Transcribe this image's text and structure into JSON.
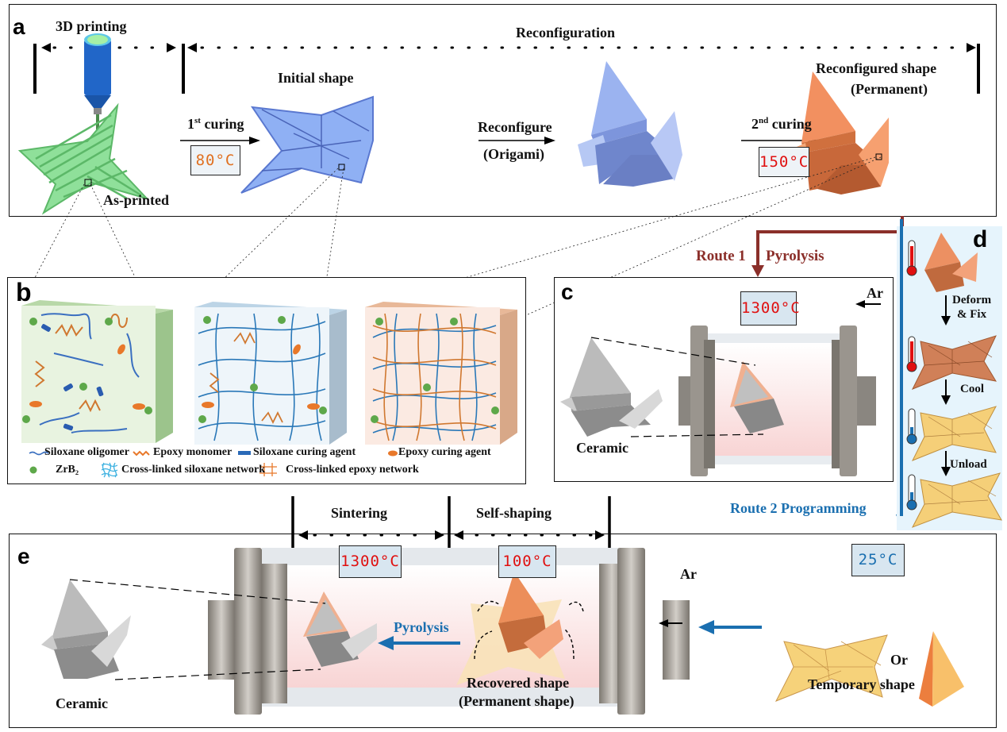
{
  "panels": {
    "a": {
      "label": "a",
      "stage_3d_printing": "3D printing",
      "stage_reconfiguration": "Reconfiguration",
      "as_printed": "As-printed",
      "initial_shape": "Initial shape",
      "first_curing_num": "1",
      "first_curing_sup": "st",
      "first_curing_text": " curing",
      "first_curing_temp": "80°C",
      "reconfigure": "Reconfigure",
      "origami": "(Origami)",
      "second_curing_num": "2",
      "second_curing_sup": "nd",
      "second_curing_text": " curing",
      "second_curing_temp": "150°C",
      "reconfigured_shape": "Reconfigured shape",
      "permanent": "(Permanent)"
    },
    "b": {
      "label": "b",
      "legend": [
        {
          "icon": "wavy-blue-line-icon",
          "label": "Siloxane oligomer"
        },
        {
          "icon": "zigzag-orange-line-icon",
          "label": "Epoxy monomer"
        },
        {
          "icon": "blue-rod-icon",
          "label": "Siloxane curing agent"
        },
        {
          "icon": "orange-ellipse-icon",
          "label": "Epoxy curing agent"
        },
        {
          "icon": "green-sphere-icon",
          "label": "ZrB₂"
        },
        {
          "icon": "blue-mesh-icon",
          "label": "Cross-linked siloxane network"
        },
        {
          "icon": "orange-mesh-icon",
          "label": "Cross-linked epoxy network"
        }
      ]
    },
    "c": {
      "label": "c",
      "route": "Route 1",
      "process": "Pyrolysis",
      "temp": "1300°C",
      "gas": "Ar",
      "product": "Ceramic"
    },
    "d": {
      "label": "d",
      "steps": [
        "Deform",
        "& Fix",
        "Cool",
        "Unload"
      ],
      "route": "Route 2 Programming"
    },
    "e": {
      "label": "e",
      "stage_sintering": "Sintering",
      "stage_self_shaping": "Self-shaping",
      "temp_sintering": "1300°C",
      "temp_self_shaping": "100°C",
      "temp_room": "25°C",
      "gas": "Ar",
      "pyrolysis": "Pyrolysis",
      "recovered_shape": "Recovered shape",
      "permanent_shape": "(Permanent shape)",
      "or": "Or",
      "temporary_shape": "Temporary shape",
      "product": "Ceramic"
    }
  },
  "colors": {
    "green_print": "#7fd98a",
    "blue_shape": "#8aa6ef",
    "orange_shape": "#e07a45",
    "yellow_shape": "#f6d27a",
    "gray_ceramic": "#a9a9a9",
    "route1": "#8b2f2a",
    "route2": "#1a6fb0",
    "temp_orange": "#e07020",
    "temp_red": "#e01010",
    "temp_blue": "#1a6fb0",
    "panel_d_bg": "#e6f4fc"
  }
}
